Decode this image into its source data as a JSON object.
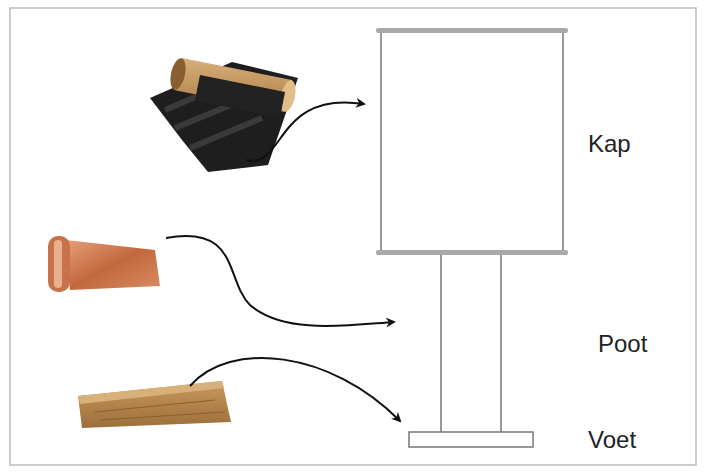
{
  "diagram": {
    "labels": [
      "Kap",
      "Poot",
      "Voet"
    ]
  }
}
